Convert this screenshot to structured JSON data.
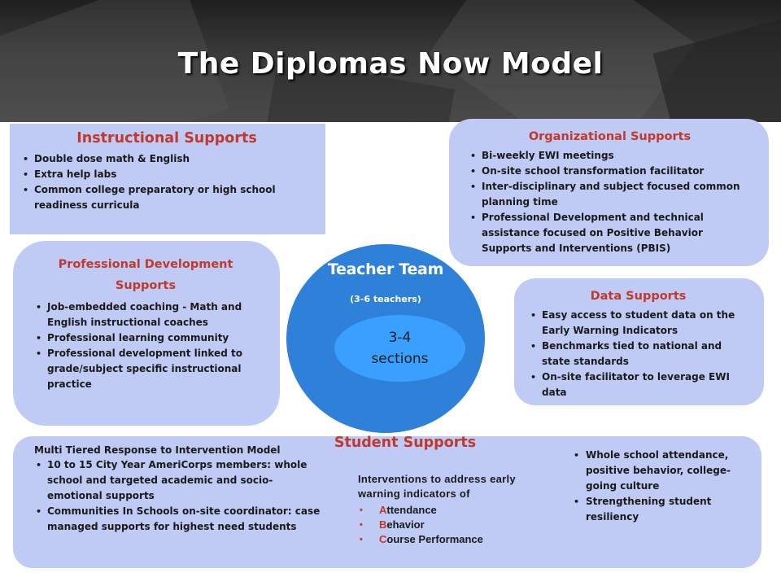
{
  "title": "The Diplomas Now Model",
  "instructional": {
    "heading": "Instructional Supports",
    "items": [
      "Double dose math & English",
      "Extra help labs",
      "Common college preparatory or high school readiness curricula"
    ]
  },
  "organizational": {
    "heading": "Organizational  Supports",
    "items": [
      "Bi-weekly EWI meetings",
      "On-site school transformation facilitator",
      "Inter-disciplinary and subject focused common planning time",
      "Professional Development and technical assistance focused on Positive Behavior Supports and Interventions (PBIS)"
    ]
  },
  "professional_development": {
    "heading": "Professional  Development Supports",
    "items": [
      "Job-embedded coaching - Math and English instructional coaches",
      "Professional learning community",
      "Professional development linked to grade/subject specific instructional practice"
    ]
  },
  "data_supports": {
    "heading": "Data Supports",
    "items": [
      "Easy access to student data on the Early Warning Indicators",
      "Benchmarks tied to national and state standards",
      "On-site facilitator to leverage EWI data"
    ]
  },
  "teacher_team": {
    "title": "Teacher Team",
    "subtitle": "(3-6 teachers)",
    "sections_line1": "3-4",
    "sections_line2": "sections"
  },
  "student": {
    "heading": "Student Supports",
    "col1_title": "Multi Tiered Response to Intervention Model",
    "col1_items": [
      "10 to 15 City Year AmeriCorps members: whole school and targeted academic and socio-emotional supports",
      "Communities In Schools on-site coordinator: case managed supports for highest need students"
    ],
    "col2_title": "Interventions to address early warning indicators of",
    "col2_items": [
      {
        "first": "A",
        "rest": "ttendance"
      },
      {
        "first": "B",
        "rest": "ehavior"
      },
      {
        "first": "C",
        "rest": "ourse Performance"
      }
    ],
    "col3_items": [
      "Whole school attendance, positive behavior, college-going culture",
      "Strengthening student resiliency"
    ]
  }
}
